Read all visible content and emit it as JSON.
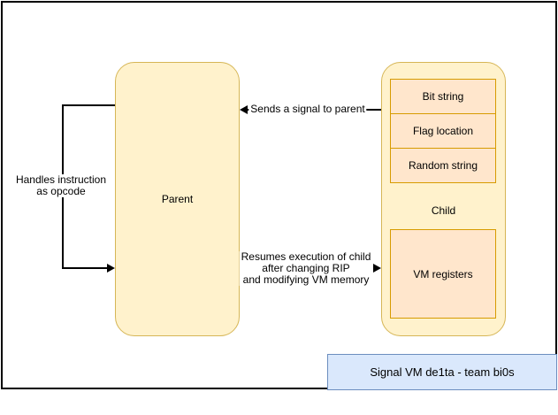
{
  "diagram": {
    "colors": {
      "node_fill": "#FFF2CC",
      "node_border": "#D6B656",
      "slot_fill": "#FFE6CC",
      "slot_border": "#D79B00",
      "title_fill": "#DAE8FC",
      "title_border": "#6C8EBF",
      "line_color": "#000000",
      "frame_color": "#000000"
    },
    "parent": {
      "label": "Parent"
    },
    "child": {
      "label": "Child",
      "slots": [
        {
          "label": "Bit string"
        },
        {
          "label": "Flag location"
        },
        {
          "label": "Random string"
        }
      ],
      "vm_registers_label": "VM registers"
    },
    "edges": {
      "signal_to_parent": {
        "label": "Sends a signal to parent"
      },
      "handles_opcode": {
        "lines": [
          "Handles instruction",
          "as opcode"
        ]
      },
      "resume_execution": {
        "lines": [
          "Resumes execution of child",
          "after changing RIP",
          "and modifying VM memory"
        ]
      }
    },
    "title": {
      "label": "Signal VM de1ta - team bi0s"
    }
  }
}
